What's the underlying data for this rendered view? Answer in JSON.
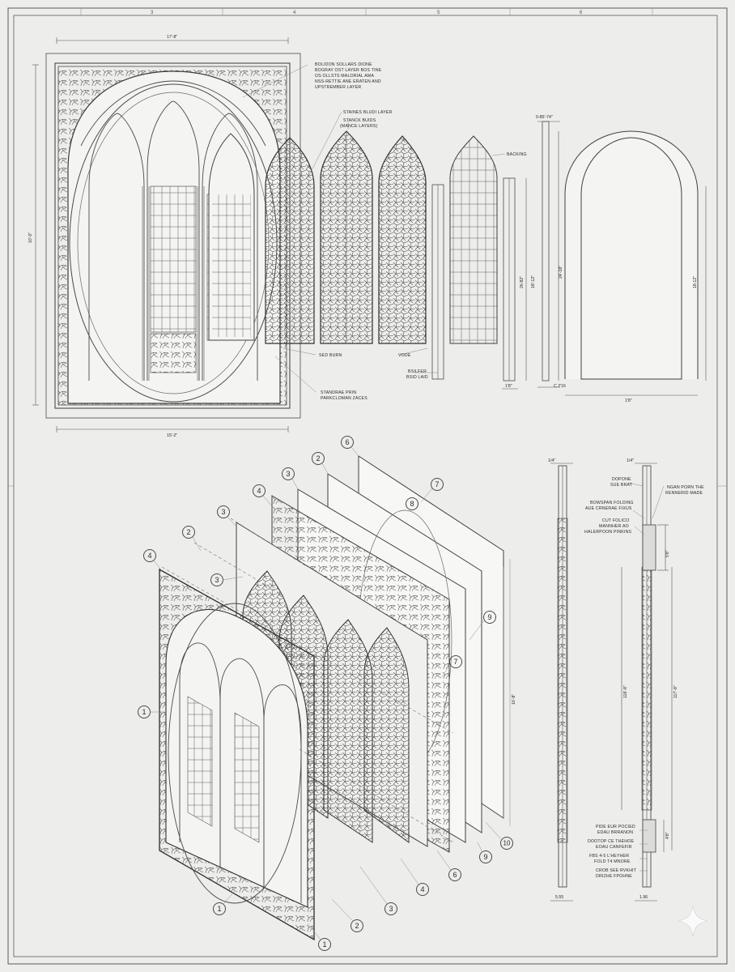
{
  "border_grid": {
    "top": [
      "3",
      "4",
      "5",
      "6"
    ]
  },
  "elevation": {
    "height_dim": "10'-0\"",
    "width_dim_top": "17'-8\"",
    "width_dim_bottom": "15'-2\""
  },
  "notes": {
    "header_note": [
      "BOLIDON SOLLARS DIONE",
      "BOGRAY OST LAYER BOS TINE",
      "OS OLLSTS MALORIAL AMA",
      "NSS-RETTIE ANE ERATEN AND",
      "UPSTREMBER LAYER"
    ],
    "stained_glass_layer": "STAINES BLUDI LAYER",
    "stained_glass_layers": [
      "STANCK BUIDS",
      "(MANCE LAYERS)"
    ],
    "backing": "BACKING",
    "sed_burn": "SED BURN",
    "vode": "VODE",
    "bsilfer": [
      "BSILFER",
      "BSID LAID"
    ],
    "standard_trim": [
      "STANDRAE PRIN",
      "PARKCLOMAN ZACES"
    ]
  },
  "side_dims": {
    "top_frame": "0-85'-74\"",
    "d1": "26-82\"",
    "d2": "18'-12\"",
    "d3": "24'-18\"",
    "d4": "18-12\"",
    "d5": "1'8\"",
    "d6": "C 2'16",
    "arch_width": "1'8\""
  },
  "exploded_callouts": [
    "6",
    "2",
    "7",
    "3",
    "8",
    "4",
    "3",
    "2",
    "3",
    "4",
    "1",
    "9",
    "7",
    "1",
    "2",
    "3",
    "4",
    "6",
    "9",
    "10",
    "1"
  ],
  "exploded_dim": "16'-8\"",
  "section": {
    "top_left": "1/4\"",
    "top_right": "1/4\"",
    "notes_right": [
      "DOPONE",
      "SUE BRAT",
      "BOWSPAN FOLDING",
      "AUE CRNERAE FIXUS",
      "CUT FOLICO",
      "MANNHER AO",
      "HALERPOON PINKINS"
    ],
    "note_far": [
      "NGAN PORN THE",
      "RENNERID MADE"
    ],
    "dim_a": "5'8\"",
    "dim_b": "118'-8\"",
    "dim_c": "117'-8\"",
    "dim_d": "4'8\"",
    "bottom_notes": [
      "PIDE EUR POCIED",
      "EDAU BRRANON",
      "DOOTOP CE THEHOE",
      "EOAU CANFEFIR",
      "FBS 4-5 L'HEYHER",
      "FOLD T4 MNORE",
      "CROB SEE RVKHIT",
      "DRIZHE FPOHNE"
    ],
    "bottom_left": "5.55",
    "bottom_right": "1.96"
  }
}
